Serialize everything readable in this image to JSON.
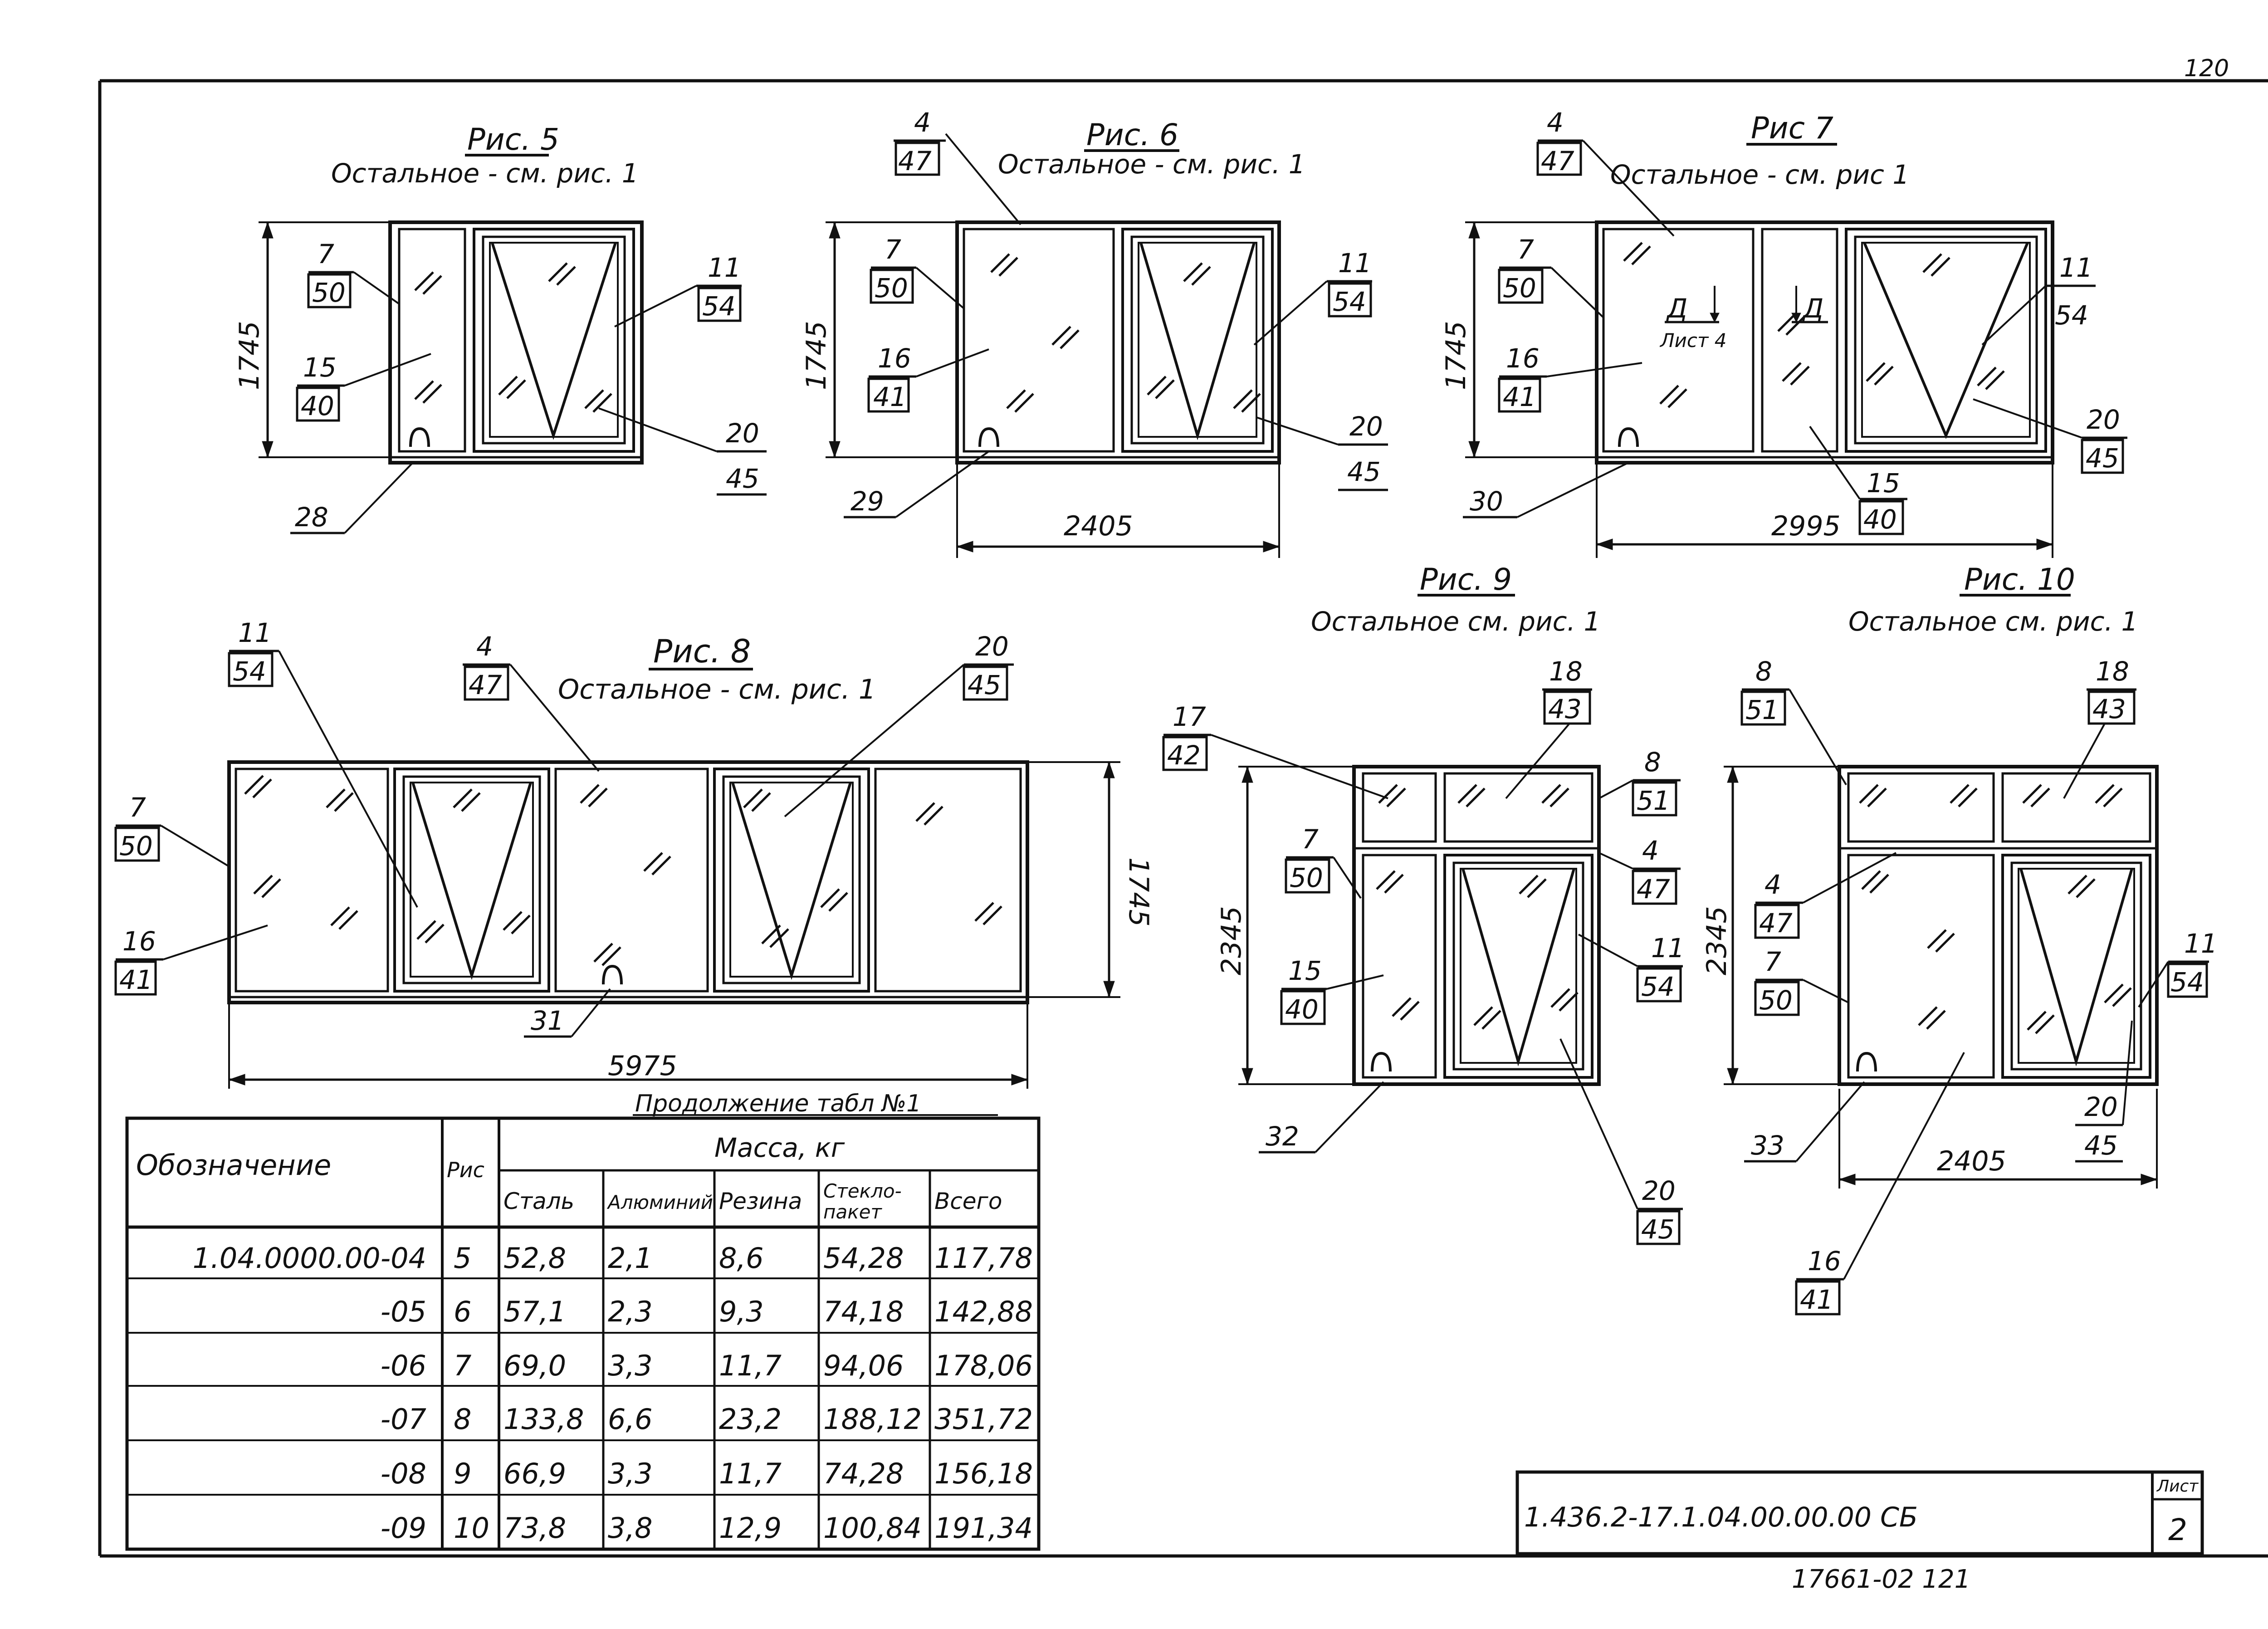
{
  "page_corner_number": "120",
  "footer_code": "17661-02  121",
  "title_block": {
    "designation": "1.436.2-17.1.04.00.00.00 СБ",
    "sheet_label": "Лист",
    "sheet_number": "2"
  },
  "figures": {
    "fig5": {
      "title": "Рис. 5",
      "subtitle": "Остальное - см. рис. 1",
      "height_dim": "1745",
      "callouts": {
        "a_top": "7",
        "a_bot": "50",
        "b_top": "15",
        "b_bot": "40",
        "c_top": "11",
        "c_bot": "54",
        "d_top": "20",
        "d_bot": "45",
        "e": "28"
      }
    },
    "fig6": {
      "title": "Рис. 6",
      "subtitle": "Остальное - см. рис. 1",
      "height_dim": "1745",
      "width_dim": "2405",
      "callouts": {
        "a_top": "4",
        "a_bot": "47",
        "b_top": "7",
        "b_bot": "50",
        "c_top": "16",
        "c_bot": "41",
        "d_top": "11",
        "d_bot": "54",
        "e_top": "20",
        "e_bot": "45",
        "f": "29"
      }
    },
    "fig7": {
      "title": "Рис 7",
      "subtitle": "Остальное - см. рис 1",
      "height_dim": "1745",
      "width_dim": "2995",
      "section_mark": "Д",
      "sheet_ref": "Лист 4",
      "callouts": {
        "a_top": "4",
        "a_bot": "47",
        "b_top": "7",
        "b_bot": "50",
        "c_top": "16",
        "c_bot": "41",
        "d_top": "11",
        "d_bot": "54",
        "e_top": "20",
        "e_bot": "45",
        "f_top": "15",
        "f_bot": "40",
        "g": "30"
      }
    },
    "fig8": {
      "title": "Рис. 8",
      "subtitle": "Остальное - см. рис. 1",
      "height_dim": "1745",
      "width_dim": "5975",
      "callouts": {
        "a_top": "11",
        "a_bot": "54",
        "b_top": "4",
        "b_bot": "47",
        "c_top": "20",
        "c_bot": "45",
        "d_top": "7",
        "d_bot": "50",
        "e_top": "16",
        "e_bot": "41",
        "f": "31"
      }
    },
    "fig9": {
      "title": "Рис. 9",
      "subtitle": "Остальное см. рис. 1",
      "height_dim": "2345",
      "callouts": {
        "a_top": "17",
        "a_bot": "42",
        "b_top": "18",
        "b_bot": "43",
        "c_top": "8",
        "c_bot": "51",
        "d_top": "4",
        "d_bot": "47",
        "e_top": "7",
        "e_bot": "50",
        "f_top": "11",
        "f_bot": "54",
        "g_top": "15",
        "g_bot": "40",
        "h": "32",
        "i_top": "20",
        "i_bot": "45"
      }
    },
    "fig10": {
      "title": "Рис. 10",
      "subtitle": "Остальное см. рис. 1",
      "height_dim": "2345",
      "width_dim": "2405",
      "callouts": {
        "a_top": "8",
        "a_bot": "51",
        "b_top": "18",
        "b_bot": "43",
        "c_top": "4",
        "c_bot": "47",
        "d_top": "7",
        "d_bot": "50",
        "e_top": "11",
        "e_bot": "54",
        "f_top": "20",
        "f_bot": "45",
        "g": "33",
        "h_top": "16",
        "h_bot": "41"
      }
    }
  },
  "table": {
    "caption": "Продолжение  табл №1",
    "header_designation": "Обозначение",
    "header_fig": "Рис",
    "header_mass": "Масса, кг",
    "columns": [
      "Сталь",
      "Алюминий",
      "Резина",
      "Стекло-\nпакет",
      "Всего"
    ],
    "rows": [
      {
        "designation": "1.04.0000.00-04",
        "fig": "5",
        "values": [
          "52,8",
          "2,1",
          "8,6",
          "54,28",
          "117,78"
        ]
      },
      {
        "designation": "-05",
        "fig": "6",
        "values": [
          "57,1",
          "2,3",
          "9,3",
          "74,18",
          "142,88"
        ]
      },
      {
        "designation": "-06",
        "fig": "7",
        "values": [
          "69,0",
          "3,3",
          "11,7",
          "94,06",
          "178,06"
        ]
      },
      {
        "designation": "-07",
        "fig": "8",
        "values": [
          "133,8",
          "6,6",
          "23,2",
          "188,12",
          "351,72"
        ]
      },
      {
        "designation": "-08",
        "fig": "9",
        "values": [
          "66,9",
          "3,3",
          "11,7",
          "74,28",
          "156,18"
        ]
      },
      {
        "designation": "-09",
        "fig": "10",
        "values": [
          "73,8",
          "3,8",
          "12,9",
          "100,84",
          "191,34"
        ]
      }
    ]
  }
}
